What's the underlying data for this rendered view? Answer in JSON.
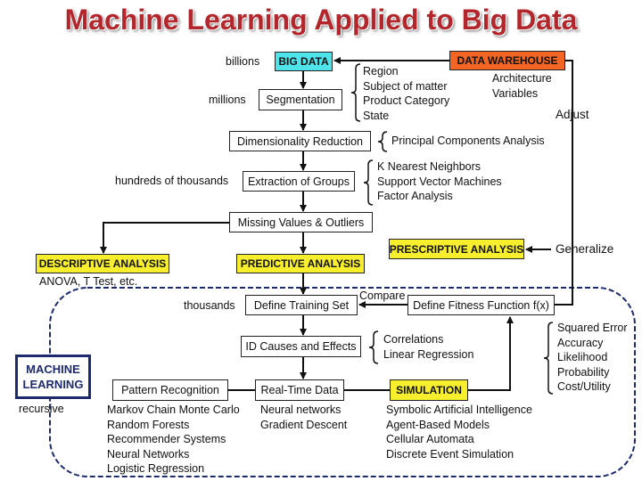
{
  "title": "Machine Learning Applied to Big Data",
  "colors": {
    "title": "#b3262b",
    "big_data": "#4fe3ea",
    "data_warehouse": "#f26522",
    "analysis": "#f7ef2e",
    "machine_learning": "#1d2a6e"
  },
  "nodes": {
    "big_data": "BIG DATA",
    "data_warehouse": "DATA WAREHOUSE",
    "segmentation": "Segmentation",
    "dimensionality_reduction": "Dimensionality Reduction",
    "extraction_of_groups": "Extraction of Groups",
    "missing_values": "Missing Values & Outliers",
    "descriptive_analysis": "DESCRIPTIVE ANALYSIS",
    "predictive_analysis": "PREDICTIVE ANALYSIS",
    "prescriptive_analysis": "PRESCRIPTIVE ANALYSIS",
    "define_training_set": "Define Training Set",
    "define_fitness_function": "Define Fitness Function f(x)",
    "id_causes": "ID Causes and Effects",
    "pattern_recognition": "Pattern Recognition",
    "real_time_data": "Real-Time Data",
    "simulation": "SIMULATION",
    "machine_learning": [
      "MACHINE",
      "LEARNING"
    ]
  },
  "labels": {
    "billions": "billions",
    "millions": "millions",
    "hundreds_of_thousands": "hundreds of thousands",
    "thousands": "thousands",
    "adjust": "Adjust",
    "generalize": "Generalize",
    "compare": "Compare",
    "recursive": "recursive",
    "descriptive_methods": "ANOVA, T Test, etc."
  },
  "lists": {
    "segmentation": [
      "Region",
      "Subject of matter",
      "Product Category",
      "State"
    ],
    "data_warehouse": [
      "Architecture",
      "Variables"
    ],
    "dimensionality_reduction": [
      "Principal Components Analysis"
    ],
    "extraction_of_groups": [
      "K Nearest Neighbors",
      "Support Vector Machines",
      "Factor Analysis"
    ],
    "id_causes": [
      "Correlations",
      "Linear Regression"
    ],
    "fitness": [
      "Squared Error",
      "Accuracy",
      "Likelihood",
      "Probability",
      "Cost/Utility"
    ],
    "pattern_recognition": [
      "Markov Chain Monte Carlo",
      "Random Forests",
      "Recommender Systems",
      "Neural Networks",
      "Logistic Regression"
    ],
    "real_time_data": [
      "Neural networks",
      "Gradient Descent"
    ],
    "simulation": [
      "Symbolic Artificial Intelligence",
      "Agent-Based Models",
      "Cellular Automata",
      "Discrete Event Simulation"
    ]
  }
}
